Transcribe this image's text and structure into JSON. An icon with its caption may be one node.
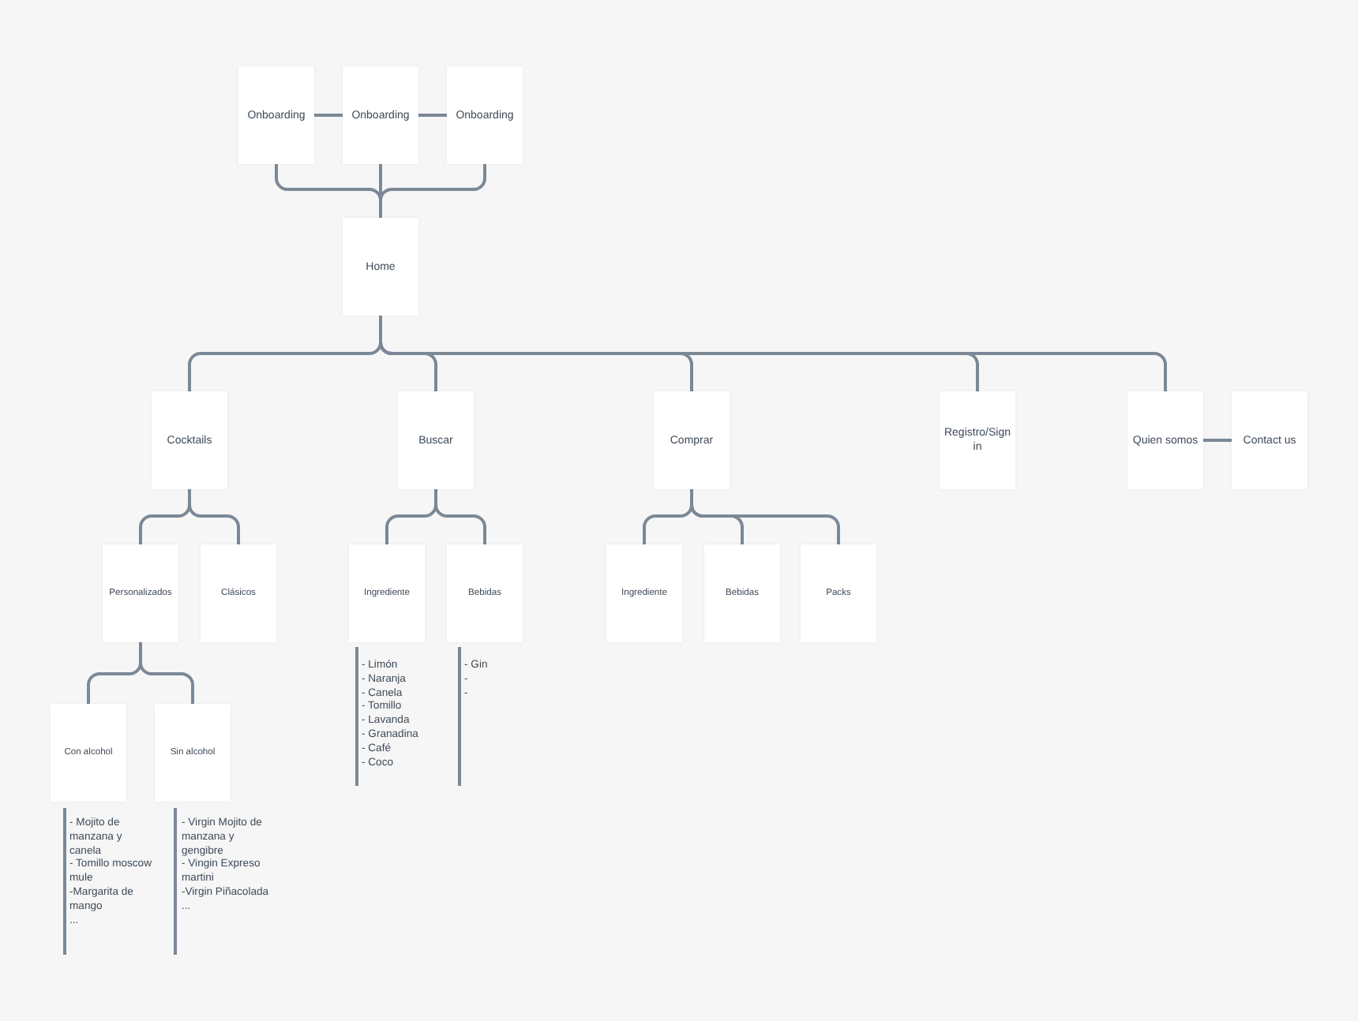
{
  "diagram": {
    "nodes": [
      {
        "text": [
          "Onboarding"
        ]
      },
      {
        "text": [
          "Onboarding"
        ]
      },
      {
        "text": [
          "Onboarding"
        ]
      },
      {
        "text": [
          "Home"
        ]
      },
      {
        "text": [
          "Cocktails"
        ]
      },
      {
        "text": [
          "Buscar"
        ]
      },
      {
        "text": [
          "Comprar"
        ]
      },
      {
        "text": [
          "Registro/Sign in"
        ]
      },
      {
        "text": [
          "Quien somos"
        ]
      },
      {
        "text": [
          "Contact us"
        ]
      },
      {
        "text": [
          "Personalizados"
        ]
      },
      {
        "text": [
          "Clásicos"
        ]
      },
      {
        "text": [
          "Ingrediente"
        ]
      },
      {
        "text": [
          "Bebidas"
        ]
      },
      {
        "text": [
          "Ingrediente"
        ]
      },
      {
        "text": [
          "Bebidas"
        ]
      },
      {
        "text": [
          "Packs"
        ]
      },
      {
        "text": [
          "Con alcohol"
        ]
      },
      {
        "text": [
          "Sin alcohol"
        ]
      }
    ],
    "edges": [
      {
        "from": 0,
        "to": 1,
        "arrow": "none"
      },
      {
        "from": 1,
        "to": 2,
        "arrow": "none"
      },
      {
        "from": 0,
        "to": 3,
        "arrow": "none"
      },
      {
        "from": 1,
        "to": 3,
        "arrow": "none"
      },
      {
        "from": 2,
        "to": 3,
        "arrow": "none"
      },
      {
        "from": 3,
        "to": 4,
        "arrow": "none"
      },
      {
        "from": 3,
        "to": 5,
        "arrow": "none"
      },
      {
        "from": 3,
        "to": 6,
        "arrow": "none"
      },
      {
        "from": 3,
        "to": 7,
        "arrow": "none"
      },
      {
        "from": 3,
        "to": 8,
        "arrow": "none"
      },
      {
        "from": 8,
        "to": 9,
        "arrow": "none"
      },
      {
        "from": 4,
        "to": 10,
        "arrow": "none"
      },
      {
        "from": 4,
        "to": 11,
        "arrow": "none"
      },
      {
        "from": 5,
        "to": 12,
        "arrow": "none"
      },
      {
        "from": 5,
        "to": 13,
        "arrow": "none"
      },
      {
        "from": 6,
        "to": 14,
        "arrow": "none"
      },
      {
        "from": 6,
        "to": 15,
        "arrow": "none"
      },
      {
        "from": 6,
        "to": 16,
        "arrow": "none"
      },
      {
        "from": 10,
        "to": 17,
        "arrow": "none"
      },
      {
        "from": 10,
        "to": 18,
        "arrow": "none"
      }
    ],
    "labels": [
      "- Mojito de manzana y canela",
      "- Tomillo moscow mule",
      "-Margarita de mango",
      "...",
      "- Virgin Mojito de manzana y gengibre",
      "- Vingin Expreso martini",
      "-Virgin Piñacolada",
      "...",
      "- Limón",
      "- Naranja",
      "- Canela",
      "- Tomillo",
      "- Lavanda",
      "- Granadina",
      "- Café",
      "- Coco",
      "- Gin",
      "-",
      "-"
    ]
  }
}
